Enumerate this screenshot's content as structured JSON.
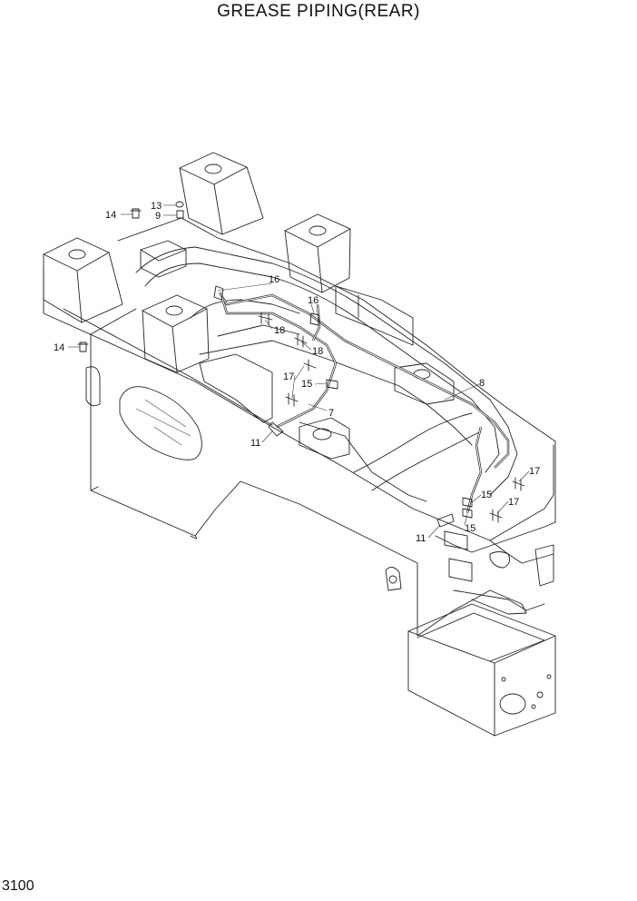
{
  "title": "GREASE PIPING(REAR)",
  "page_number": "3100",
  "callouts": [
    {
      "id": "c14a",
      "text": "14"
    },
    {
      "id": "c13",
      "text": "13"
    },
    {
      "id": "c9",
      "text": "9"
    },
    {
      "id": "c14b",
      "text": "14"
    },
    {
      "id": "c16a",
      "text": "16"
    },
    {
      "id": "c16b",
      "text": "16"
    },
    {
      "id": "c18a",
      "text": "18"
    },
    {
      "id": "c18b",
      "text": "18"
    },
    {
      "id": "c17a",
      "text": "17"
    },
    {
      "id": "c15a",
      "text": "15"
    },
    {
      "id": "c7",
      "text": "7"
    },
    {
      "id": "c8",
      "text": "8"
    },
    {
      "id": "c11a",
      "text": "11"
    },
    {
      "id": "c17b",
      "text": "17"
    },
    {
      "id": "c15b",
      "text": "15"
    },
    {
      "id": "c17c",
      "text": "17"
    },
    {
      "id": "c15c",
      "text": "15"
    },
    {
      "id": "c11b",
      "text": "11"
    }
  ]
}
